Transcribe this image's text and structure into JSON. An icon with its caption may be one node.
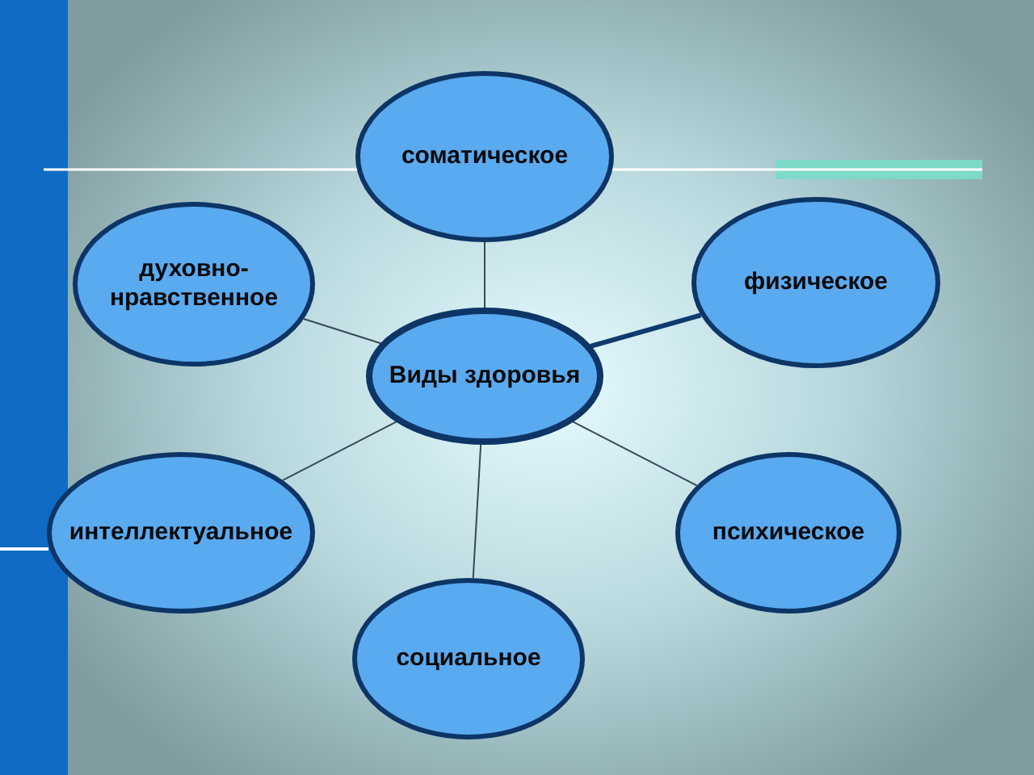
{
  "diagram": {
    "nodes": [
      {
        "text": [
          "Виды здоровья"
        ]
      },
      {
        "text": [
          "соматическое"
        ]
      },
      {
        "text": [
          "духовно- нравственное"
        ]
      },
      {
        "text": [
          "физическое"
        ]
      },
      {
        "text": [
          "интеллектуальное"
        ]
      },
      {
        "text": [
          "психическое"
        ]
      },
      {
        "text": [
          "социальное"
        ]
      }
    ],
    "edges": [
      {
        "from": 0,
        "to": 1,
        "arrow": "none"
      },
      {
        "from": 0,
        "to": 2,
        "arrow": "none"
      },
      {
        "from": 0,
        "to": 3,
        "arrow": "none",
        "style": "thick",
        "color": "#0f3a6e"
      },
      {
        "from": 0,
        "to": 4,
        "arrow": "none"
      },
      {
        "from": 0,
        "to": 5,
        "arrow": "none"
      },
      {
        "from": 0,
        "to": 6,
        "arrow": "none"
      }
    ]
  }
}
